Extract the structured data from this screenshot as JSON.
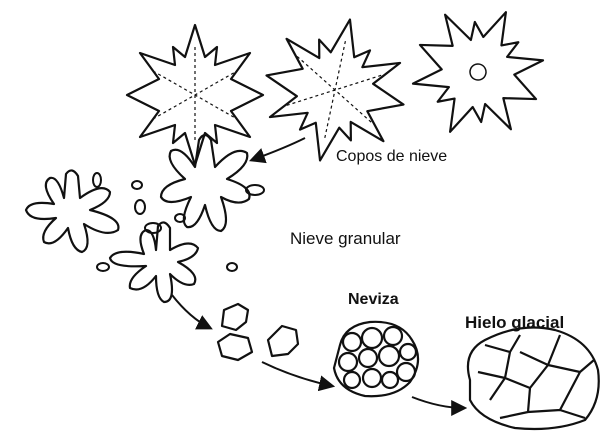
{
  "labels": {
    "copos": "Copos de nieve",
    "granular": "Nieve granular",
    "neviza": "Neviza",
    "hielo": "Hielo glacial"
  },
  "colors": {
    "ink": "#111111",
    "paper": "#ffffff"
  }
}
